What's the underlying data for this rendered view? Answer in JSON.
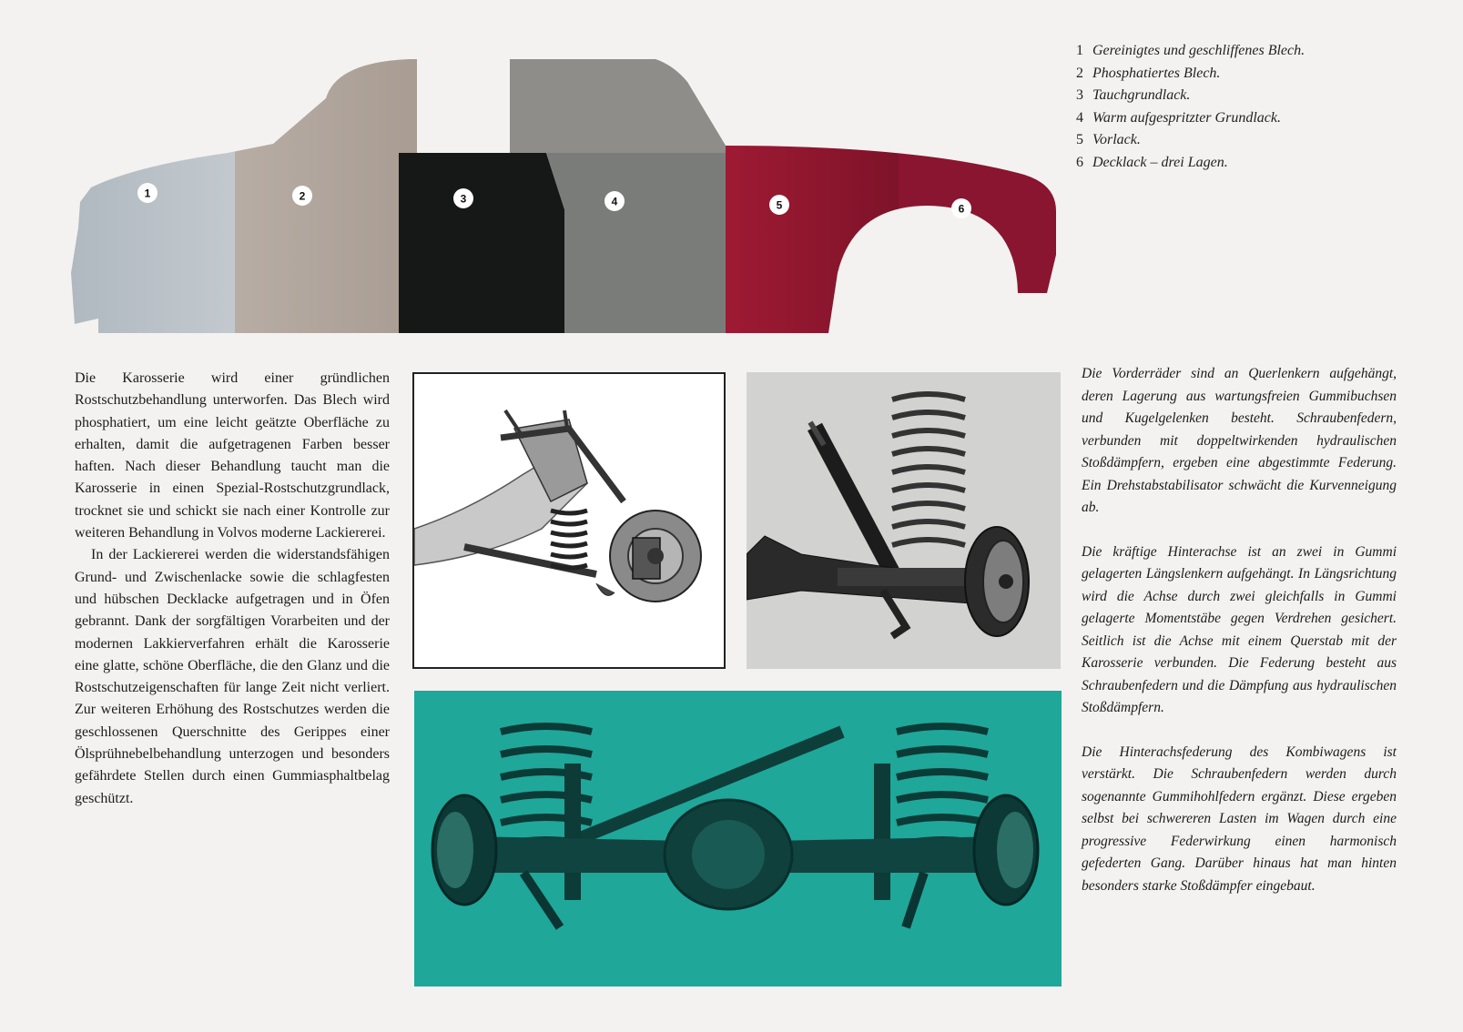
{
  "illustration": {
    "section_numbers": [
      "1",
      "2",
      "3",
      "4",
      "5",
      "6"
    ],
    "section_colors": [
      "#b6bec5",
      "#b6aaa1",
      "#161717",
      "#7b7d7a",
      "#a01b35",
      "#8b1530"
    ]
  },
  "legend": [
    {
      "num": "1",
      "text": "Gereinigtes und geschliffenes Blech."
    },
    {
      "num": "2",
      "text": "Phosphatiertes Blech."
    },
    {
      "num": "3",
      "text": "Tauchgrundlack."
    },
    {
      "num": "4",
      "text": "Warm aufgespritzter Grundlack."
    },
    {
      "num": "5",
      "text": "Vorlack."
    },
    {
      "num": "6",
      "text": "Decklack – drei Lagen."
    }
  ],
  "left_text": {
    "p1": "Die Karosserie wird einer gründlichen Rostschutzbehandlung unterworfen. Das Blech wird phosphatiert, um eine leicht geätzte Oberfläche zu erhalten, damit die aufgetragenen Farben besser haften. Nach dieser Behandlung taucht man die Karosserie in einen Spezial-Rostschutzgrundlack, trocknet sie und schickt sie nach einer Kontrolle zur weiteren Behandlung in Volvos moderne Lackiererei.",
    "p2": "In der Lackiererei werden die widerstandsfähigen Grund- und Zwischenlacke sowie die schlagfesten und hübschen Decklacke aufgetragen und in Öfen gebrannt. Dank der sorgfältigen Vorarbeiten und der modernen Lakkierverfahren erhält die Karosserie eine glatte, schöne Oberfläche, die den Glanz und die Rostschutzeigenschaften für lange Zeit nicht verliert. Zur weiteren Erhöhung des Rostschutzes werden die geschlossenen Querschnitte des Gerippes einer Ölsprühnebelbehandlung unterzogen und besonders gefährdete Stellen durch einen Gummiasphaltbelag geschützt."
  },
  "right_text": {
    "p1": "Die Vorderräder sind an Querlenkern aufgehängt, deren Lagerung aus wartungsfreien Gummibuchsen und Kugelgelenken besteht. Schraubenfedern, verbunden mit doppeltwirkenden hydraulischen Stoßdämpfern, ergeben eine abgestimmte Federung. Ein Drehstabstabilisator schwächt die Kurvenneigung ab.",
    "p2": "Die kräftige Hinterachse ist an zwei in Gummi gelagerten Längslenkern aufgehängt. In Längsrichtung wird die Achse durch zwei gleichfalls in Gummi gelagerte Momentstäbe gegen Verdrehen gesichert. Seitlich ist die Achse mit einem Querstab mit der Karosserie verbunden. Die Federung besteht aus Schraubenfedern und die Dämpfung aus hydraulischen Stoßdämpfern.",
    "p3": "Die Hinterachsfederung des Kombiwagens ist verstärkt. Die Schraubenfedern werden durch sogenannte Gummihohlfedern ergänzt. Diese ergeben selbst bei schwereren Lasten im Wagen durch eine progressive Federwirkung einen harmonisch gefederten Gang. Darüber hinaus hat man hinten besonders starke Stoßdämpfer eingebaut."
  }
}
